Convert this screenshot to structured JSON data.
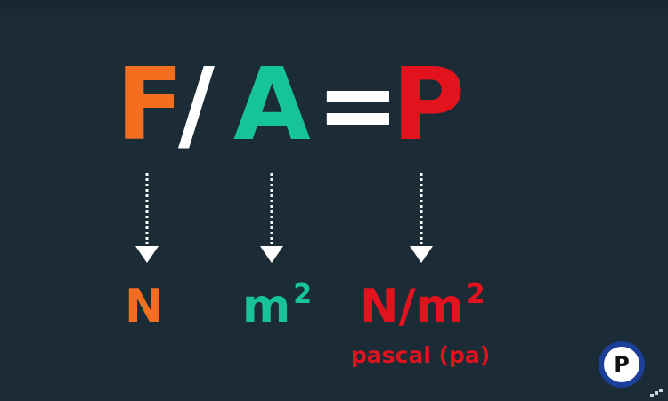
{
  "formula": {
    "force_symbol": "F",
    "divide_symbol": "/",
    "area_symbol": "A",
    "equals_symbol": "=",
    "pressure_symbol": "P"
  },
  "units": {
    "force_unit": "N",
    "area_unit_base": "m",
    "area_unit_exponent": "2",
    "pressure_unit_base": "N/m",
    "pressure_unit_exponent": "2",
    "pressure_unit_name": "pascal (pa)"
  },
  "logo": {
    "letter": "P"
  },
  "colors": {
    "background": "#1b2c36",
    "force": "#f36f1f",
    "area": "#17c39b",
    "pressure": "#e3131e",
    "operator": "#ffffff",
    "logo_ring": "#1c3f9a"
  },
  "icons": [
    "dotted-down-arrow-icon",
    "logo-icon"
  ]
}
